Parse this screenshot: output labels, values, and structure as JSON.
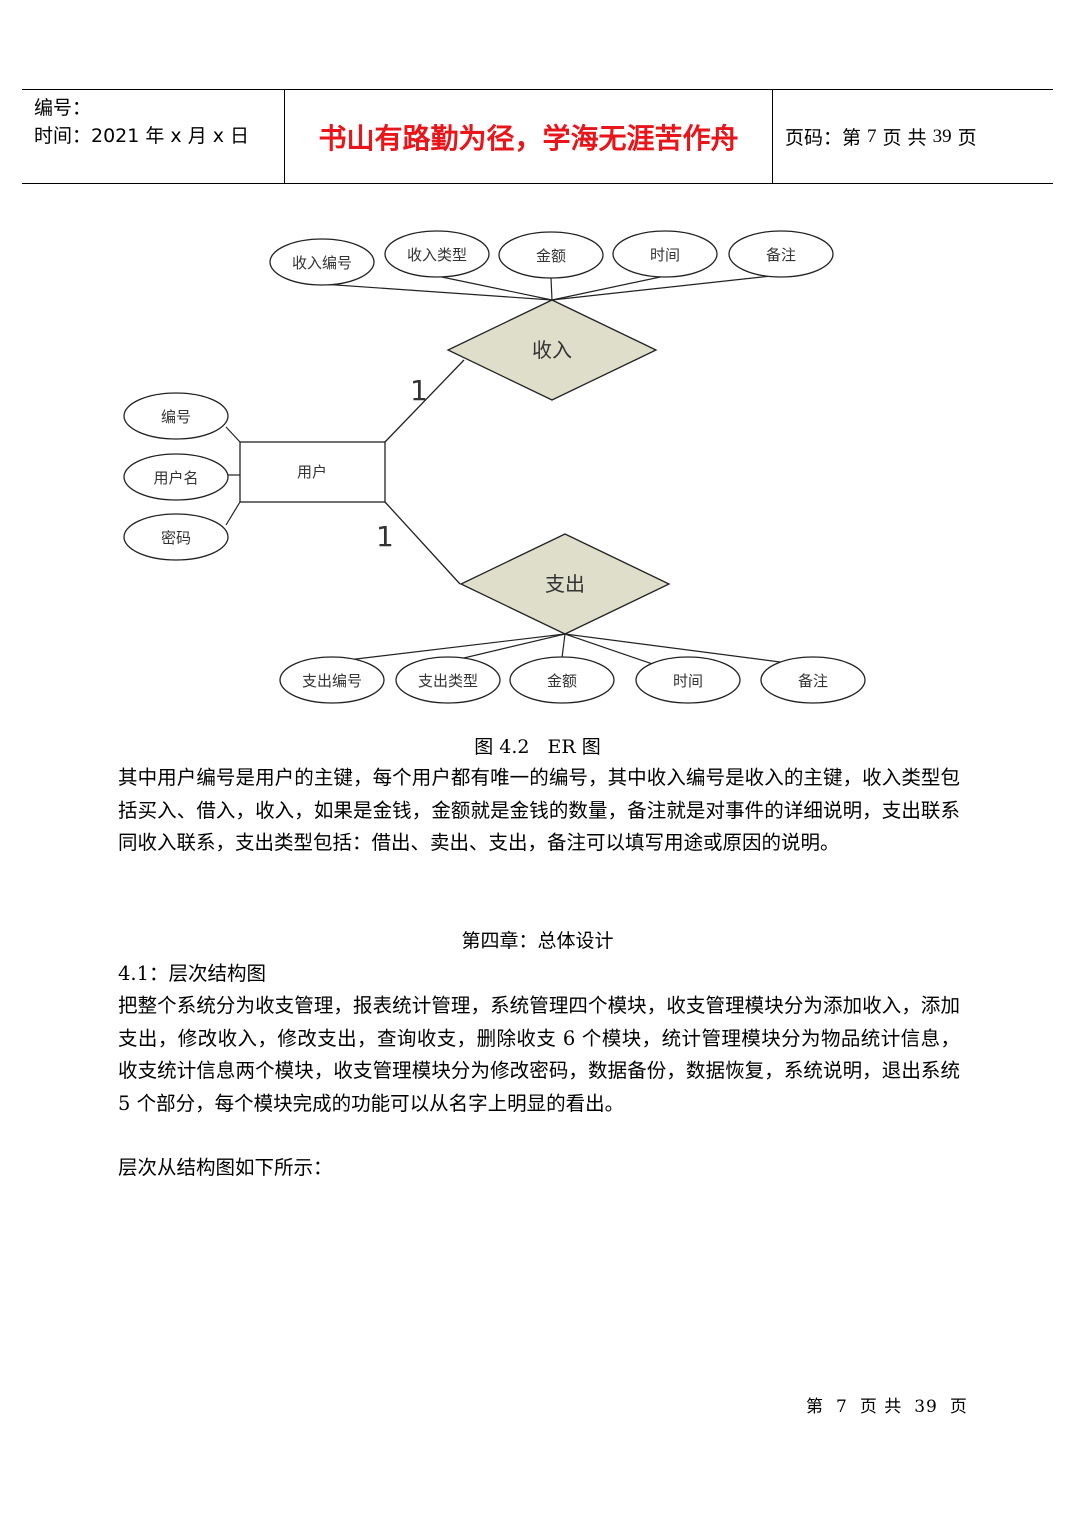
{
  "header": {
    "number_label": "编号：",
    "time_label": "时间：2021 年 x 月 x 日",
    "motto": "书山有路勤为径，学海无涯苦作舟",
    "page_prefix": "页码：第",
    "page_num": "7",
    "page_mid": "页  共",
    "page_total": "39",
    "page_suffix": "页"
  },
  "er_diagram": {
    "income_entity": "收入",
    "income_attrs": [
      "收入编号",
      "收入类型",
      "金额",
      "时间",
      "备注"
    ],
    "user_entity": "用户",
    "user_attrs": [
      "编号",
      "用户名",
      "密码"
    ],
    "expense_entity": "支出",
    "expense_attrs": [
      "支出编号",
      "支出类型",
      "金额",
      "时间",
      "备注"
    ],
    "card_income": "1",
    "card_expense": "1"
  },
  "figure": {
    "label": "图 4.2",
    "title": "ER  图"
  },
  "body": {
    "para1": "其中用户编号是用户的主键，每个用户都有唯一的编号，其中收入编号是收入的主键，收入类型包括买入、借入，收入，如果是金钱，金额就是金钱的数量，备注就是对事件的详细说明，支出联系同收入联系，支出类型包括：借出、卖出、支出，备注可以填写用途或原因的说明。",
    "chapter": "第四章：总体设计",
    "section": "4.1：层次结构图",
    "para2": "把整个系统分为收支管理，报表统计管理，系统管理四个模块，收支管理模块分为添加收入，添加支出，修改收入，修改支出，查询收支，删除收支 6 个模块，统计管理模块分为物品统计信息，收支统计信息两个模块，收支管理模块分为修改密码，数据备份，数据恢复，系统说明，退出系统 5 个部分，每个模块完成的功能可以从名字上明显的看出。",
    "para3": "层次从结构图如下所示："
  },
  "footer": {
    "prefix": "第",
    "page_num": "7",
    "mid": "页 共",
    "total": "39",
    "suffix": "页"
  }
}
